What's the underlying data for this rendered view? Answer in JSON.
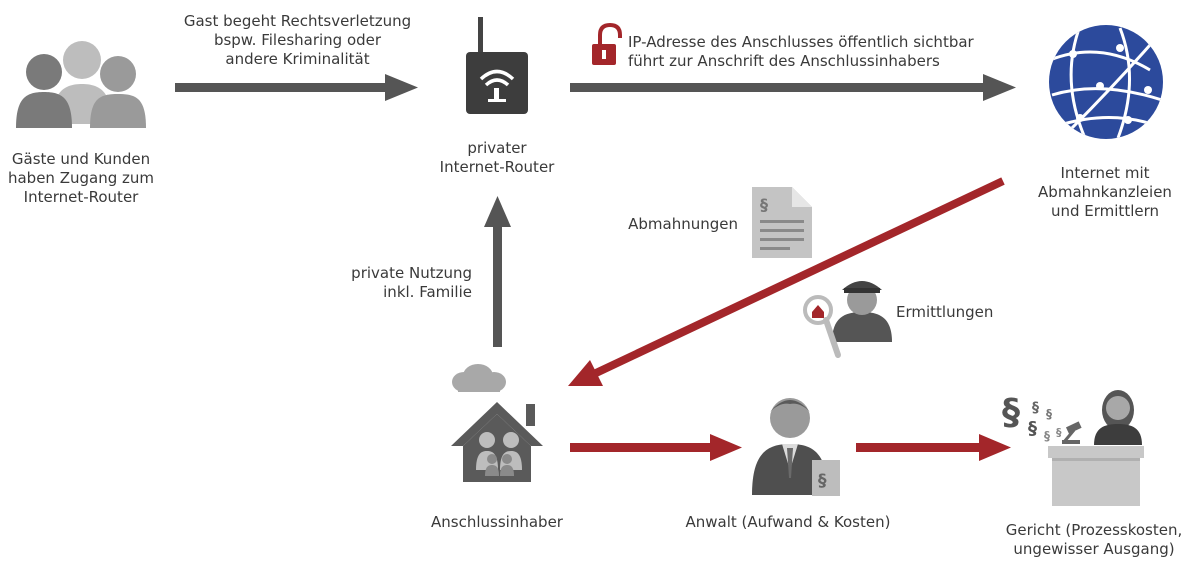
{
  "nodes": {
    "guests": {
      "label": "Gäste und Kunden\nhaben Zugang zum\nInternet-Router",
      "icon": "people-group-icon"
    },
    "router": {
      "label": "privater\nInternet-Router",
      "icon": "router-icon"
    },
    "internet": {
      "label": "Internet mit\nAbmahnkanzleien\nund Ermittlern",
      "icon": "globe-icon"
    },
    "owner": {
      "label": "Anschlussinhaber",
      "icon": "house-family-icon"
    },
    "lawyer": {
      "label": "Anwalt (Aufwand & Kosten)",
      "icon": "lawyer-icon"
    },
    "court": {
      "label": "Gericht (Prozesskosten,\nungewisser Ausgang)",
      "icon": "judge-icon"
    }
  },
  "edges": {
    "guest_to_router": "Gast begeht Rechtsverletzung\nbspw. Filesharing oder\nandere Kriminalität",
    "router_to_internet": "IP-Adresse des Anschlusses öffentlich sichtbar\nführt zur Anschrift des Anschlussinhabers",
    "owner_to_router": "private Nutzung\ninkl. Familie",
    "warnings": "Abmahnungen",
    "investigations": "Ermittlungen"
  },
  "colors": {
    "gray": "#555555",
    "red": "#a3262a",
    "blue": "#2c4a9c",
    "lightgray": "#c8c8c8"
  }
}
